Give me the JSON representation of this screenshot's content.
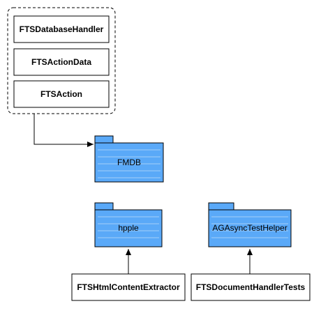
{
  "group": {
    "classes": [
      {
        "id": "db_handler",
        "label": "FTSDatabaseHandler"
      },
      {
        "id": "action_data",
        "label": "FTSActionData"
      },
      {
        "id": "action",
        "label": "FTSAction"
      }
    ]
  },
  "packages": {
    "fmdb": {
      "label": "FMDB"
    },
    "hpple": {
      "label": "hpple"
    },
    "ag_helper": {
      "label": "AGAsyncTestHelper"
    }
  },
  "classes": {
    "extractor": {
      "label": "FTSHtmlContentExtractor"
    },
    "doc_tests": {
      "label": "FTSDocumentHandlerTests"
    }
  },
  "colors": {
    "package_fill": "#5aa9f8",
    "package_stroke": "#000000",
    "class_stroke": "#000000",
    "group_stroke": "#000000"
  }
}
